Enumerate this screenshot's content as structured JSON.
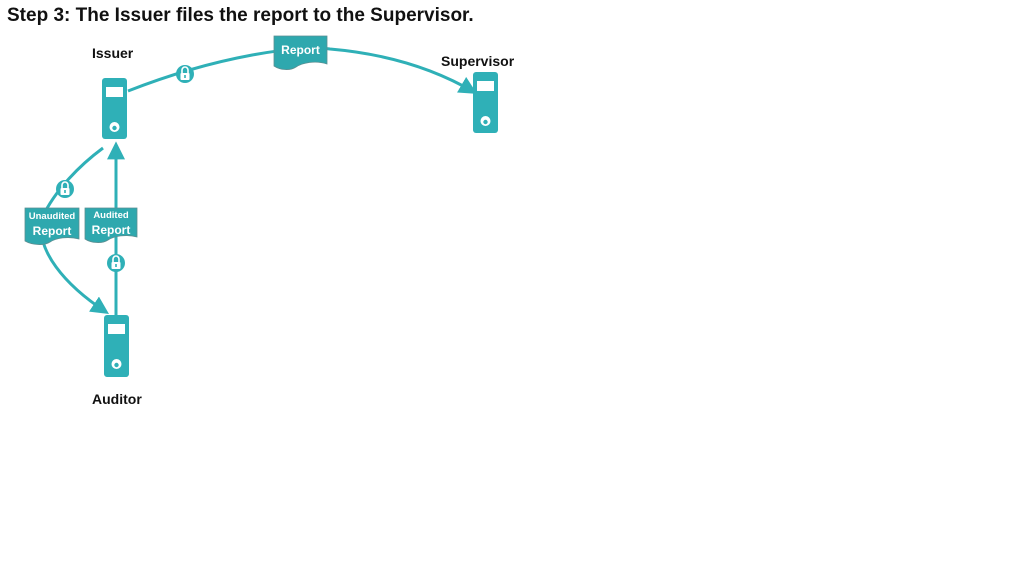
{
  "title": "Step 3: The Issuer files the report to the Supervisor.",
  "nodes": {
    "issuer": "Issuer",
    "supervisor": "Supervisor",
    "auditor": "Auditor"
  },
  "documents": {
    "report": "Report",
    "unaudited_top": "Unaudited",
    "unaudited_bottom": "Report",
    "audited_top": "Audited",
    "audited_bottom": "Report"
  },
  "colors": {
    "accent": "#2fb0b7",
    "doc": "#2ea8ae",
    "screen": "#ffffff"
  },
  "icons": [
    "server-icon",
    "lock-icon",
    "document-icon"
  ]
}
